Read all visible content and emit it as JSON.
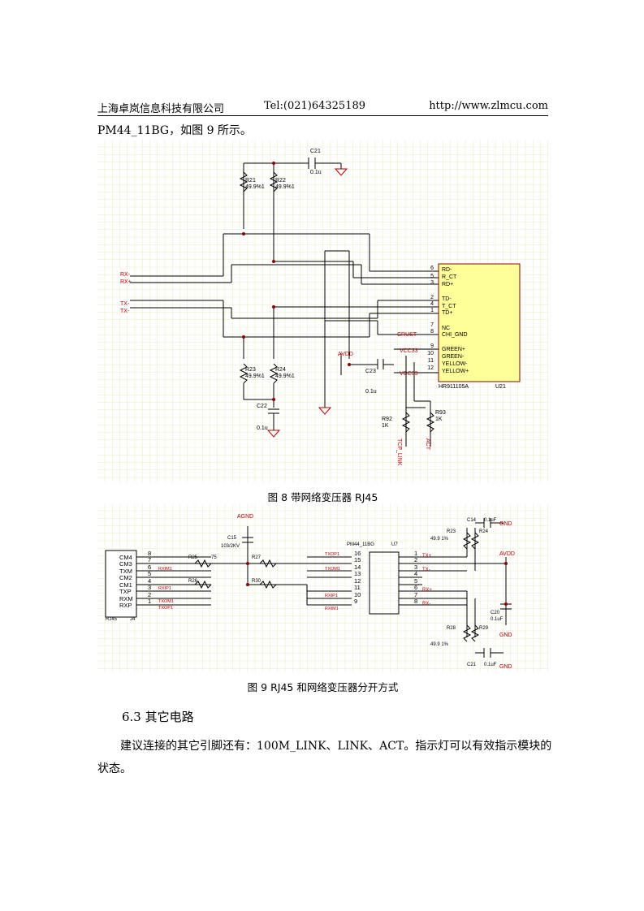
{
  "header": {
    "company": "上海卓岚信息科技有限公司",
    "tel": "Tel:(021)64325189",
    "url": "http://www.zlmcu.com"
  },
  "intro_text": "PM44_11BG，如图 9 所示。",
  "figure8": {
    "caption": "图 8  带网络变压器 RJ45",
    "labels": {
      "c21": "C21",
      "c21v": "0.1u",
      "r21": "R21",
      "r21v": "49.9%1",
      "r22": "R22",
      "r22v": "49.9%1",
      "r23": "R23",
      "r23v": "49.9%1",
      "r24": "R24",
      "r24v": "49.9%1",
      "c22": "C22",
      "c22v": "0.1u",
      "c23": "C23",
      "c23v": "0.1u",
      "avdd": "AVDD",
      "rxm": "RX-",
      "rxp": "RX+",
      "txp": "TX-",
      "txm": "TX-",
      "crust": "CRUST",
      "vcc33a": "VCC33",
      "vcc33b": "VCC33",
      "r92": "R92",
      "r92v": "1K",
      "r93": "R93",
      "r93v": "1K",
      "tcp_link": "TCP_LINK",
      "act": "ACT",
      "part": "HR911105A",
      "ref": "U21"
    },
    "pins": [
      {
        "num": "6",
        "name": "RD-"
      },
      {
        "num": "5",
        "name": "R_CT"
      },
      {
        "num": "3",
        "name": "RD+"
      },
      {
        "num": "2",
        "name": "TD-"
      },
      {
        "num": "4",
        "name": "T_CT"
      },
      {
        "num": "1",
        "name": "TD+"
      },
      {
        "num": "7",
        "name": "NC"
      },
      {
        "num": "8",
        "name": "CHI_GND"
      },
      {
        "num": "9",
        "name": "GREEN+"
      },
      {
        "num": "10",
        "name": "GREEN-"
      },
      {
        "num": "11",
        "name": "YELLOW-"
      },
      {
        "num": "12",
        "name": "YELLOW+"
      }
    ]
  },
  "figure9": {
    "caption": "图 9 RJ45 和网络变压器分开方式",
    "labels": {
      "agnd": "AGND",
      "c15": "C15",
      "c15v": "103/2KV",
      "r25": "R25",
      "r26": "R26",
      "r27": "R27",
      "r30": "R30",
      "rv": "75",
      "u7name": "PM44_11BG",
      "u7": "U7",
      "rj45": "RJ45",
      "j": "J4",
      "avdd": "AVDD",
      "gnd": "GND",
      "c14": "C14",
      "c14v": "0.1uF",
      "r23": "R23",
      "r24": "R24",
      "r28": "R28",
      "r29": "R29",
      "rr": "49.9  1%",
      "c20": "C20",
      "c20v": "0.1uF",
      "c21": "C21",
      "c21v": "0.1uF",
      "txop": "TX+",
      "txom": "TX-",
      "rxip": "RX+",
      "rxim": "RX-"
    },
    "rj_pins": [
      {
        "name": "CM4",
        "num": "8"
      },
      {
        "name": "CM3",
        "num": "7"
      },
      {
        "name": "TXM",
        "num": "6"
      },
      {
        "name": "CM2",
        "num": "5"
      },
      {
        "name": "CM1",
        "num": "4"
      },
      {
        "name": "TXP",
        "num": "3"
      },
      {
        "name": "RXM",
        "num": "2"
      },
      {
        "name": "RXP",
        "num": "1"
      }
    ],
    "net_labels": [
      "RXIM1",
      "RXIP1",
      "TXOM1",
      "TXOP1",
      "TXOP1",
      "TXOM1",
      "RXIP1",
      "RXIM1"
    ],
    "u7_left_pins": [
      "16",
      "15",
      "14",
      "13",
      "12",
      "11",
      "10",
      "9"
    ],
    "u7_right_pins": [
      "1",
      "2",
      "3",
      "4",
      "5",
      "6",
      "7",
      "8"
    ]
  },
  "section_title": "6.3 其它电路",
  "paragraph": "建议连接的其它引脚还有：100M_LINK、LINK、ACT。指示灯可以有效指示模块的状态。"
}
